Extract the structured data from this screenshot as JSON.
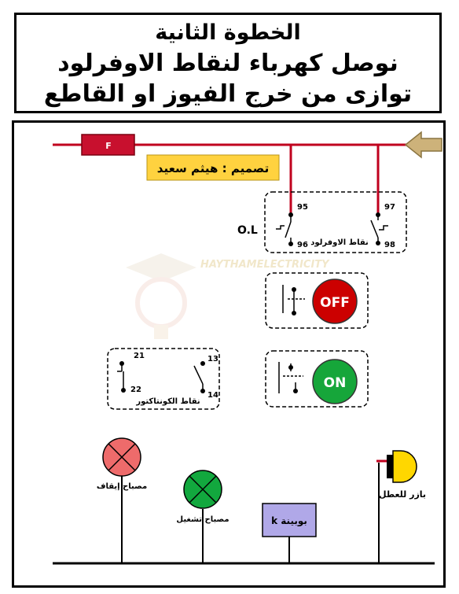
{
  "title": {
    "line1": "الخطوة الثانية",
    "line2": "نوصل كهرباء لنقاط الاوفرلود",
    "line3": "توازى من خرج الفيوز او القاطع"
  },
  "designer_label": "تصميم : هيثم سعيد",
  "watermark": "HAYTHAMELECTRICITY",
  "fuse": {
    "label": "F"
  },
  "overload": {
    "label": "O.L",
    "caption": "نقاط الاوفرلود",
    "terminal_95": "95",
    "terminal_96": "96",
    "terminal_97": "97",
    "terminal_98": "98"
  },
  "off_button": {
    "label": "OFF"
  },
  "on_button": {
    "label": "ON"
  },
  "contactor": {
    "caption": "نقاط الكونتاكتور",
    "terminal_21": "21",
    "terminal_22": "22",
    "terminal_13": "13",
    "terminal_14": "14"
  },
  "stop_lamp": {
    "label": "مصباح إيقاف"
  },
  "run_lamp": {
    "label": "مصباح تشغيل"
  },
  "coil": {
    "label": "بوبينة k"
  },
  "buzzer": {
    "label": "بازر للعطل"
  },
  "colors": {
    "wire_red": "#c0001e",
    "fuse": "#c8102e",
    "arrow": "#cdb27a",
    "label_bg": "#ffd23f",
    "off_red": "#cc0000",
    "on_green": "#16a63a",
    "stop_lamp": "#ee6b6b",
    "run_lamp": "#12a83e",
    "coil": "#b0a8e8",
    "buzzer": "#ffd700"
  }
}
